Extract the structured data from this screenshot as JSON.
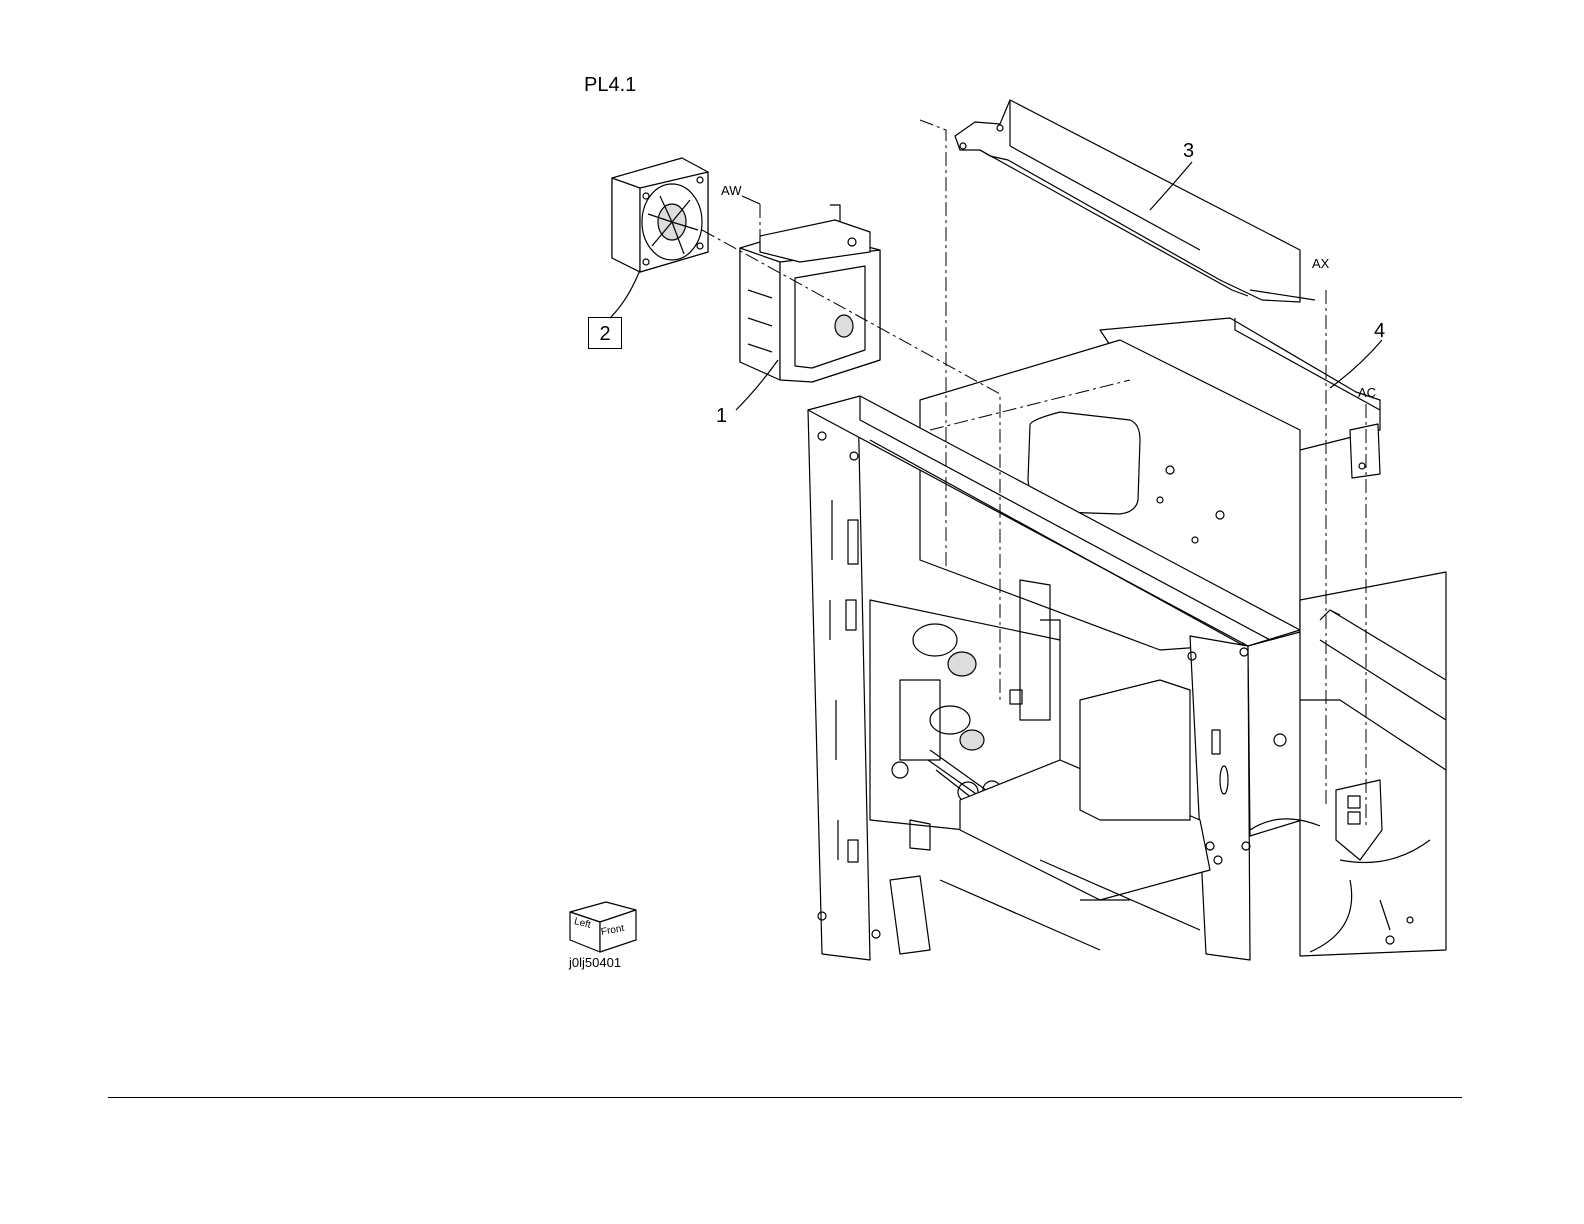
{
  "plate": {
    "title": "PL4.1"
  },
  "callouts": [
    "1",
    "2",
    "3",
    "4"
  ],
  "refs": {
    "aw": "AW",
    "ax": "AX",
    "ac": "AC"
  },
  "orientation": {
    "left": "Left",
    "front": "Front"
  },
  "figure_id": "j0lj50401",
  "colors": {
    "line": "#000000",
    "background": "#ffffff"
  }
}
